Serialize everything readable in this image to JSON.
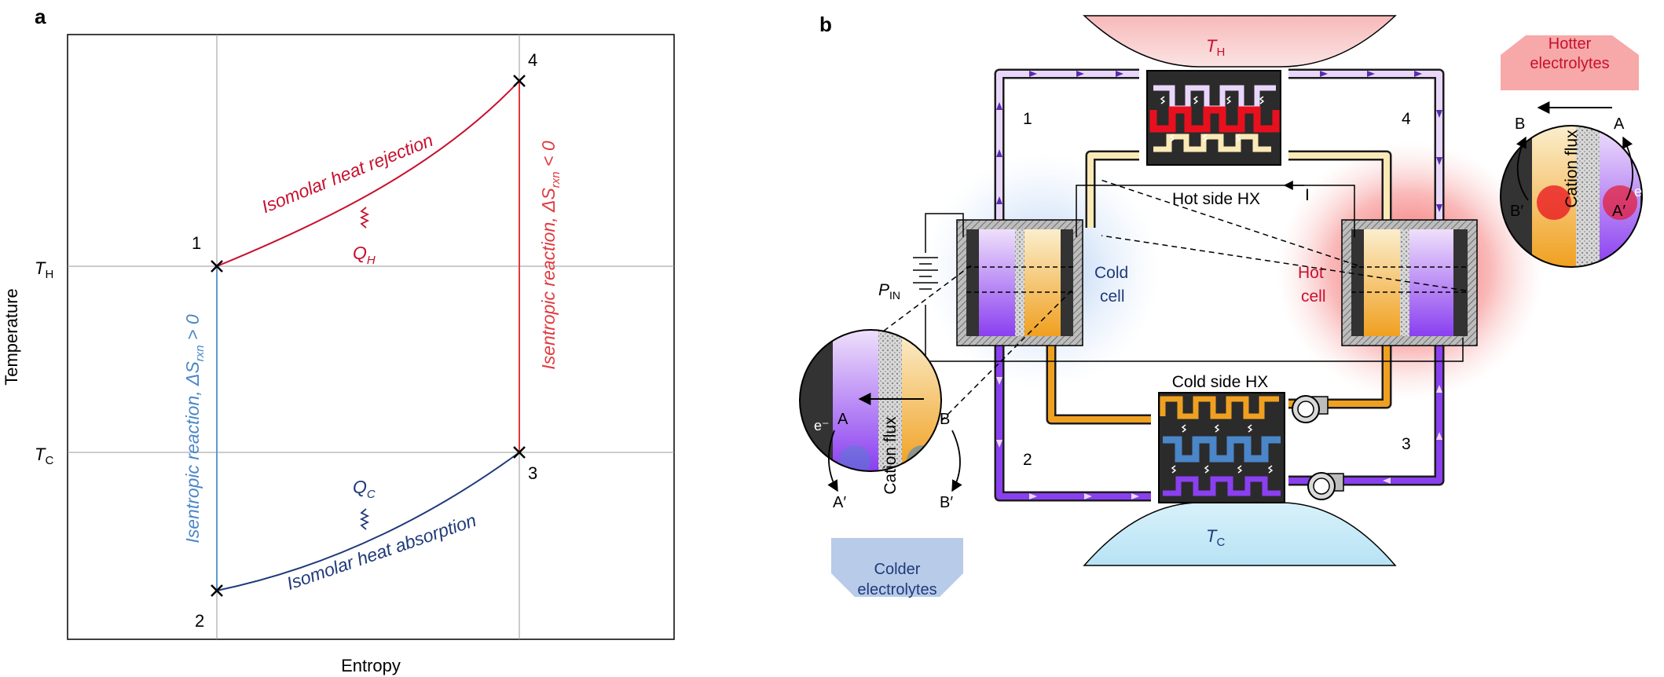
{
  "panel_a": {
    "label": "a",
    "xlabel": "Entropy",
    "ylabel": "Temperature",
    "th_label": "T",
    "th_sub": "H",
    "tc_label": "T",
    "tc_sub": "C",
    "points": [
      "1",
      "2",
      "3",
      "4"
    ],
    "top_curve": "Isomolar heat rejection",
    "bottom_curve": "Isomolar heat absorption",
    "qh_main": "Q",
    "qh_sub": "H",
    "qc_main": "Q",
    "qc_sub": "C",
    "left_vertical_pre": "Isentropic reaction, ΔS",
    "left_vertical_sub": "rxn",
    "left_vertical_post": " > 0",
    "right_vertical_pre": "Isentropic reaction, ΔS",
    "right_vertical_sub": "rxn",
    "right_vertical_post": " < 0",
    "colors": {
      "hot": "#c8102e",
      "cold": "#1f3a7a",
      "hot_vertical": "#e0393e",
      "cold_vertical": "#5b9bd5"
    }
  },
  "panel_b": {
    "label": "b",
    "th_label": "T",
    "th_sub": "H",
    "tc_label": "T",
    "tc_sub": "C",
    "hot_side_hx": "Hot side HX",
    "cold_side_hx": "Cold side HX",
    "current_label": "I",
    "pin_label": "P",
    "pin_sub": "IN",
    "cold_cell_line1": "Cold",
    "cold_cell_line2": "cell",
    "hot_cell_line1": "Hot",
    "hot_cell_line2": "cell",
    "loop_numbers": [
      "1",
      "4",
      "2",
      "3"
    ],
    "hotter_line1": "Hotter",
    "hotter_line2": "electrolytes",
    "colder_line1": "Colder",
    "colder_line2": "electrolytes",
    "cation_flux": "Cation flux",
    "species_a": "A",
    "species_a_prime": "A′",
    "species_b": "B",
    "species_b_prime": "B′",
    "electron": "e⁻",
    "colors": {
      "purple": "#8a3ff0",
      "lavender": "#e9d7fb",
      "orange": "#f0a020",
      "cream": "#fbe9b6",
      "red": "#e8101e",
      "blue": "#4a86c8"
    }
  }
}
